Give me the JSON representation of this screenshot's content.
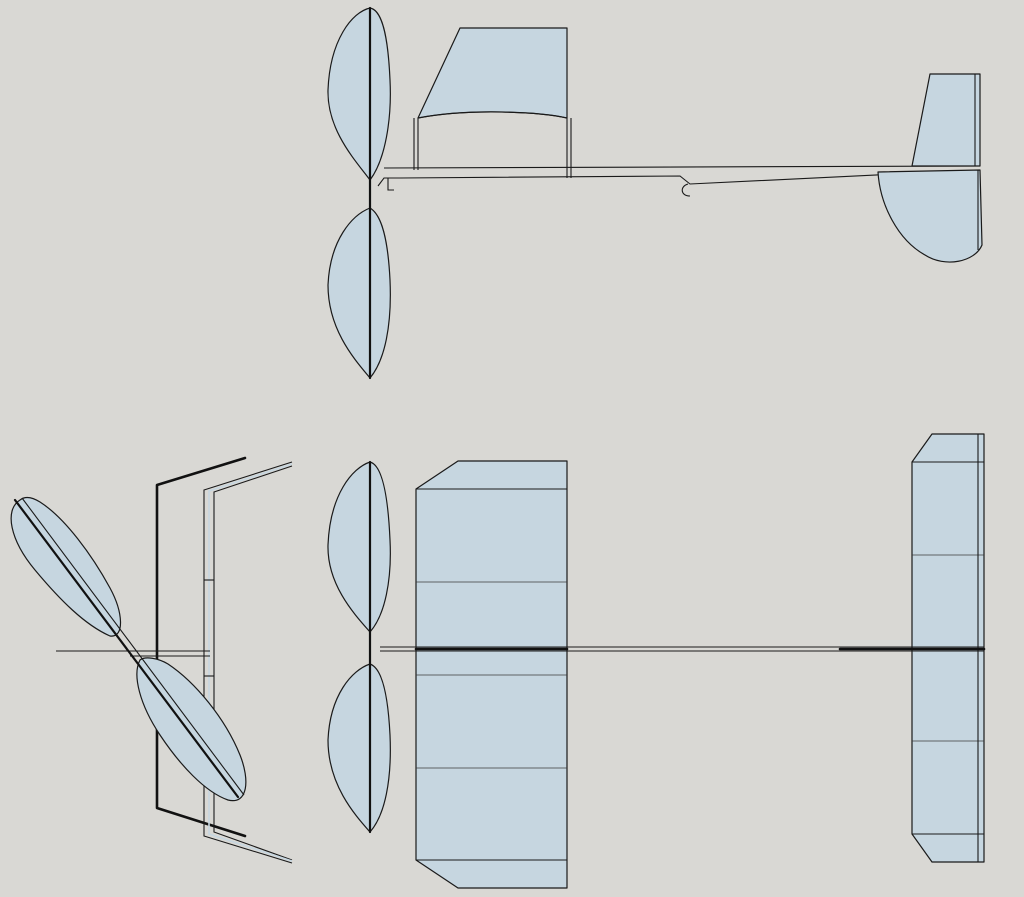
{
  "drawing": {
    "views": [
      "side-view",
      "top-view",
      "front-view"
    ],
    "colors": {
      "background": "#d9d8d4",
      "skin_fill": "#c6d6e0",
      "outline": "#1a1a1a"
    }
  }
}
